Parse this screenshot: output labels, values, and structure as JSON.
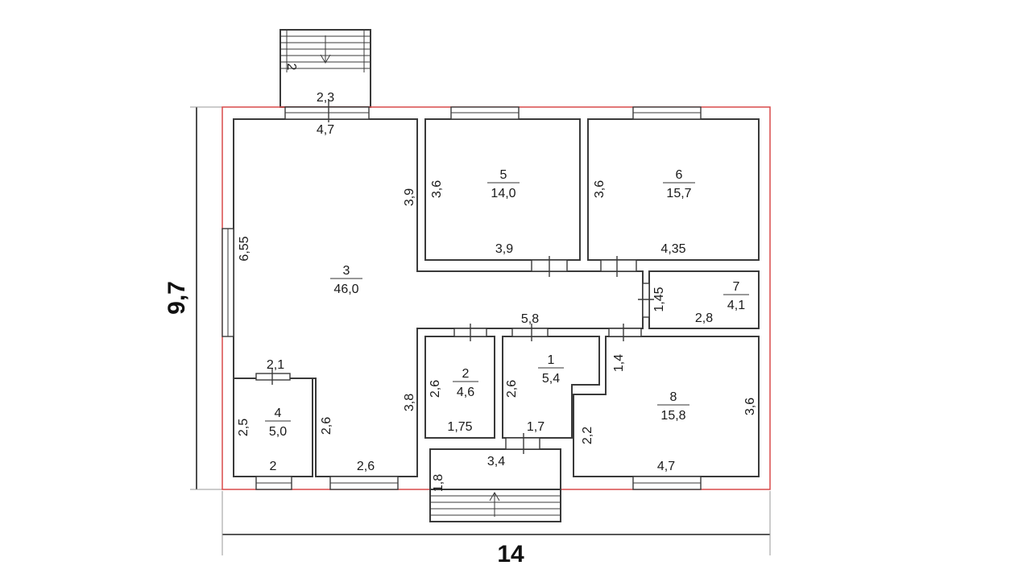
{
  "overall": {
    "width_label": "14",
    "height_label": "9,7"
  },
  "colors": {
    "outline": "#d94a4a",
    "wall": "#3a3a3a",
    "text": "#1a1a1a"
  },
  "rooms": [
    {
      "id": "room-3",
      "number": "3",
      "area": "46,0"
    },
    {
      "id": "room-5",
      "number": "5",
      "area": "14,0"
    },
    {
      "id": "room-6",
      "number": "6",
      "area": "15,7"
    },
    {
      "id": "room-7",
      "number": "7",
      "area": "4,1"
    },
    {
      "id": "room-2",
      "number": "2",
      "area": "4,6"
    },
    {
      "id": "room-1",
      "number": "1",
      "area": "5,4"
    },
    {
      "id": "room-8",
      "number": "8",
      "area": "15,8"
    },
    {
      "id": "room-4",
      "number": "4",
      "area": "5,0"
    }
  ],
  "dimensions": {
    "porch_top_width": "2,3",
    "porch_top_depth": "2",
    "room3_top": "4,7",
    "room3_inner_wall": "3,9",
    "room3_left": "6,55",
    "room5_left": "3,6",
    "room5_bottom": "3,9",
    "room6_left": "3,6",
    "room6_bottom": "4,35",
    "room7_left": "1,45",
    "room7_bottom": "2,8",
    "corridor_width": "5,8",
    "corridor_right": "1,4",
    "room2_left": "2,6",
    "room2_bottom": "1,75",
    "room1_left": "2,6",
    "room1_bottom": "1,7",
    "room3_lower_right": "3,8",
    "room4_top": "2,1",
    "room4_left": "2,5",
    "room4_right": "2,6",
    "room4_bottom": "2",
    "room3_bottom": "2,6",
    "vestibule_top": "3,4",
    "porch_bottom_depth": "1,8",
    "room8_left": "2,2",
    "room8_right": "3,6",
    "room8_bottom": "4,7"
  }
}
